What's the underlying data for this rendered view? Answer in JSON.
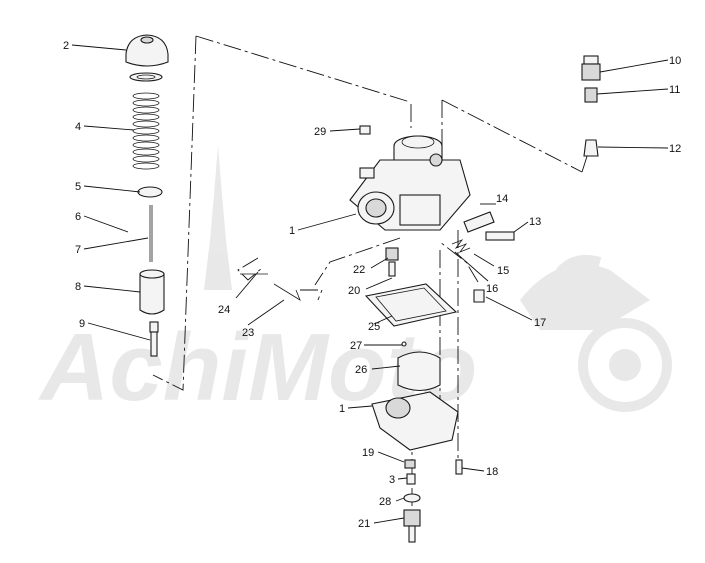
{
  "watermark": {
    "text": "AchiMoto"
  },
  "callouts": [
    {
      "id": "c2",
      "label": "2"
    },
    {
      "id": "c4",
      "label": "4"
    },
    {
      "id": "c5",
      "label": "5"
    },
    {
      "id": "c6",
      "label": "6"
    },
    {
      "id": "c7",
      "label": "7"
    },
    {
      "id": "c8",
      "label": "8"
    },
    {
      "id": "c9",
      "label": "9"
    },
    {
      "id": "c29",
      "label": "29"
    },
    {
      "id": "c1a",
      "label": "1"
    },
    {
      "id": "c10",
      "label": "10"
    },
    {
      "id": "c11",
      "label": "11"
    },
    {
      "id": "c12",
      "label": "12"
    },
    {
      "id": "c14",
      "label": "14"
    },
    {
      "id": "c13",
      "label": "13"
    },
    {
      "id": "c15",
      "label": "15"
    },
    {
      "id": "c16",
      "label": "16"
    },
    {
      "id": "c22",
      "label": "22"
    },
    {
      "id": "c20",
      "label": "20"
    },
    {
      "id": "c24",
      "label": "24"
    },
    {
      "id": "c23",
      "label": "23"
    },
    {
      "id": "c25",
      "label": "25"
    },
    {
      "id": "c17",
      "label": "17"
    },
    {
      "id": "c27",
      "label": "27"
    },
    {
      "id": "c26",
      "label": "26"
    },
    {
      "id": "c1b",
      "label": "1"
    },
    {
      "id": "c19",
      "label": "19"
    },
    {
      "id": "c18",
      "label": "18"
    },
    {
      "id": "c3",
      "label": "3"
    },
    {
      "id": "c28",
      "label": "28"
    },
    {
      "id": "c21",
      "label": "21"
    }
  ]
}
